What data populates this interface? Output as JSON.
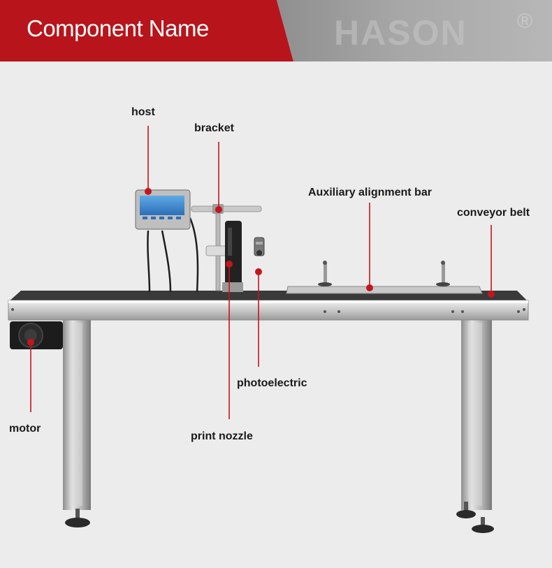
{
  "header": {
    "title": "Component Name",
    "brand": "HASON",
    "brand_mark": "®"
  },
  "colors": {
    "header_red": "#b8141b",
    "callout_red": "#c4151c",
    "background": "#ececec"
  },
  "labels": {
    "host": "host",
    "bracket": "bracket",
    "auxiliary_alignment_bar": "Auxiliary alignment bar",
    "conveyor_belt": "conveyor belt",
    "photoelectric": "photoelectric",
    "print_nozzle": "print nozzle",
    "motor": "motor"
  }
}
